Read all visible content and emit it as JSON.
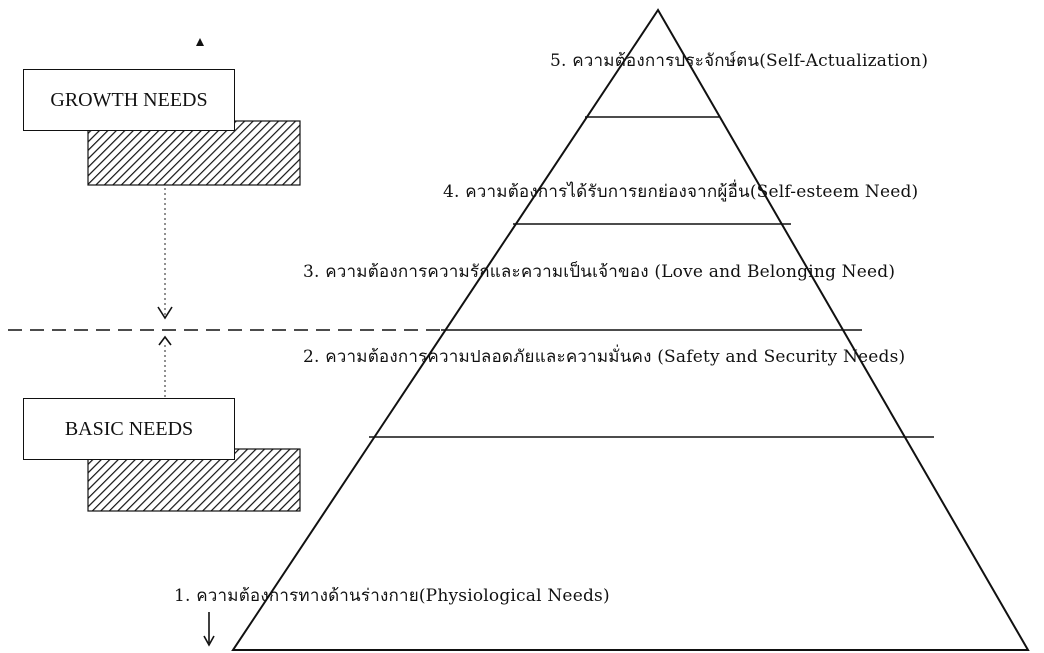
{
  "growth_box": {
    "label": "GROWTH NEEDS"
  },
  "basic_box": {
    "label": "BASIC NEEDS"
  },
  "pyramid": {
    "levels": [
      {
        "label": "5. ความต้องการประจักษ์ตน(Self-Actualization)"
      },
      {
        "label": "4. ความต้องการได้รับการยกย่องจากผู้อื่น(Self-esteem Need)"
      },
      {
        "label": "3. ความต้องการความรักและความเป็นเจ้าของ (Love and Belonging Need)"
      },
      {
        "label": "2. ความต้องการความปลอดภัยและความมั่นคง (Safety and Security Needs)"
      },
      {
        "label": "1. ความต้องการทางด้านร่างกาย(Physiological Needs)"
      }
    ]
  },
  "colors": {
    "ink": "#111111",
    "background": "#ffffff"
  }
}
